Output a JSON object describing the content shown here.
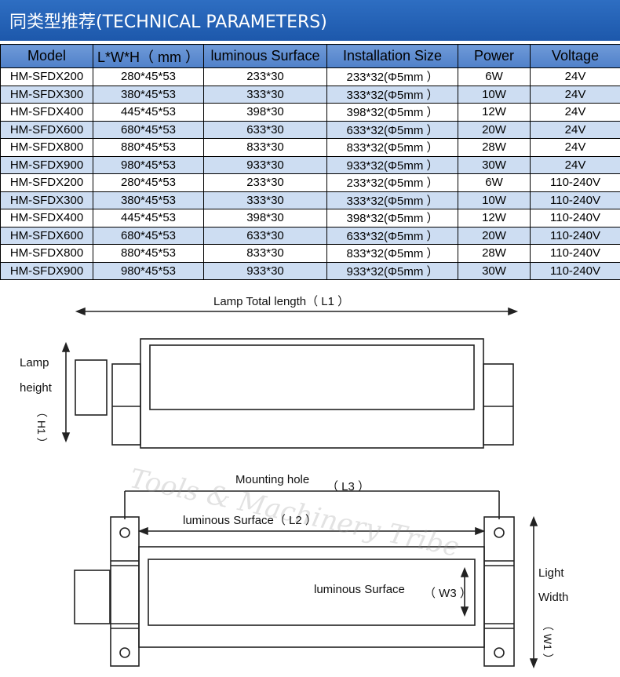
{
  "header": {
    "title": "同类型推荐(TECHNICAL PARAMETERS)"
  },
  "table": {
    "columns": [
      "Model",
      "L*W*H（ mm ）",
      "luminous Surface",
      "Installation Size",
      "Power",
      "Voltage"
    ],
    "rows": [
      [
        "HM-SFDX200",
        "280*45*53",
        "233*30",
        "233*32(Φ5mm ）",
        "6W",
        "24V"
      ],
      [
        "HM-SFDX300",
        "380*45*53",
        "333*30",
        "333*32(Φ5mm ）",
        "10W",
        "24V"
      ],
      [
        "HM-SFDX400",
        "445*45*53",
        "398*30",
        "398*32(Φ5mm ）",
        "12W",
        "24V"
      ],
      [
        "HM-SFDX600",
        "680*45*53",
        "633*30",
        "633*32(Φ5mm ）",
        "20W",
        "24V"
      ],
      [
        "HM-SFDX800",
        "880*45*53",
        "833*30",
        "833*32(Φ5mm ）",
        "28W",
        "24V"
      ],
      [
        "HM-SFDX900",
        "980*45*53",
        "933*30",
        "933*32(Φ5mm ）",
        "30W",
        "24V"
      ],
      [
        "HM-SFDX200",
        "280*45*53",
        "233*30",
        "233*32(Φ5mm ）",
        "6W",
        "110-240V"
      ],
      [
        "HM-SFDX300",
        "380*45*53",
        "333*30",
        "333*32(Φ5mm ）",
        "10W",
        "110-240V"
      ],
      [
        "HM-SFDX400",
        "445*45*53",
        "398*30",
        "398*32(Φ5mm ）",
        "12W",
        "110-240V"
      ],
      [
        "HM-SFDX600",
        "680*45*53",
        "633*30",
        "633*32(Φ5mm ）",
        "20W",
        "110-240V"
      ],
      [
        "HM-SFDX800",
        "880*45*53",
        "833*30",
        "833*32(Φ5mm ）",
        "28W",
        "110-240V"
      ],
      [
        "HM-SFDX900",
        "980*45*53",
        "933*30",
        "933*32(Φ5mm ）",
        "30W",
        "110-240V"
      ]
    ]
  },
  "diagram": {
    "total_length": "Lamp Total length（ L1 ）",
    "lamp_height_line1": "Lamp",
    "lamp_height_line2": "height",
    "lamp_height_code": "（ H1 ）",
    "mounting_hole": "Mounting hole",
    "mounting_hole_code": "（ L3 ）",
    "luminous_l2": "luminous Surface（ L2 ）",
    "luminous_w3": "luminous Surface",
    "luminous_w3_code": "（ W3 ）",
    "light_width_line1": "Light",
    "light_width_line2": "Width",
    "light_width_code": "（ W1 ）"
  },
  "watermark": "Tools & Machinery Tribe",
  "colors": {
    "header_blue": "#1d58ab",
    "row_alt": "#cdddf2",
    "header_cell": "#5a88cd"
  }
}
